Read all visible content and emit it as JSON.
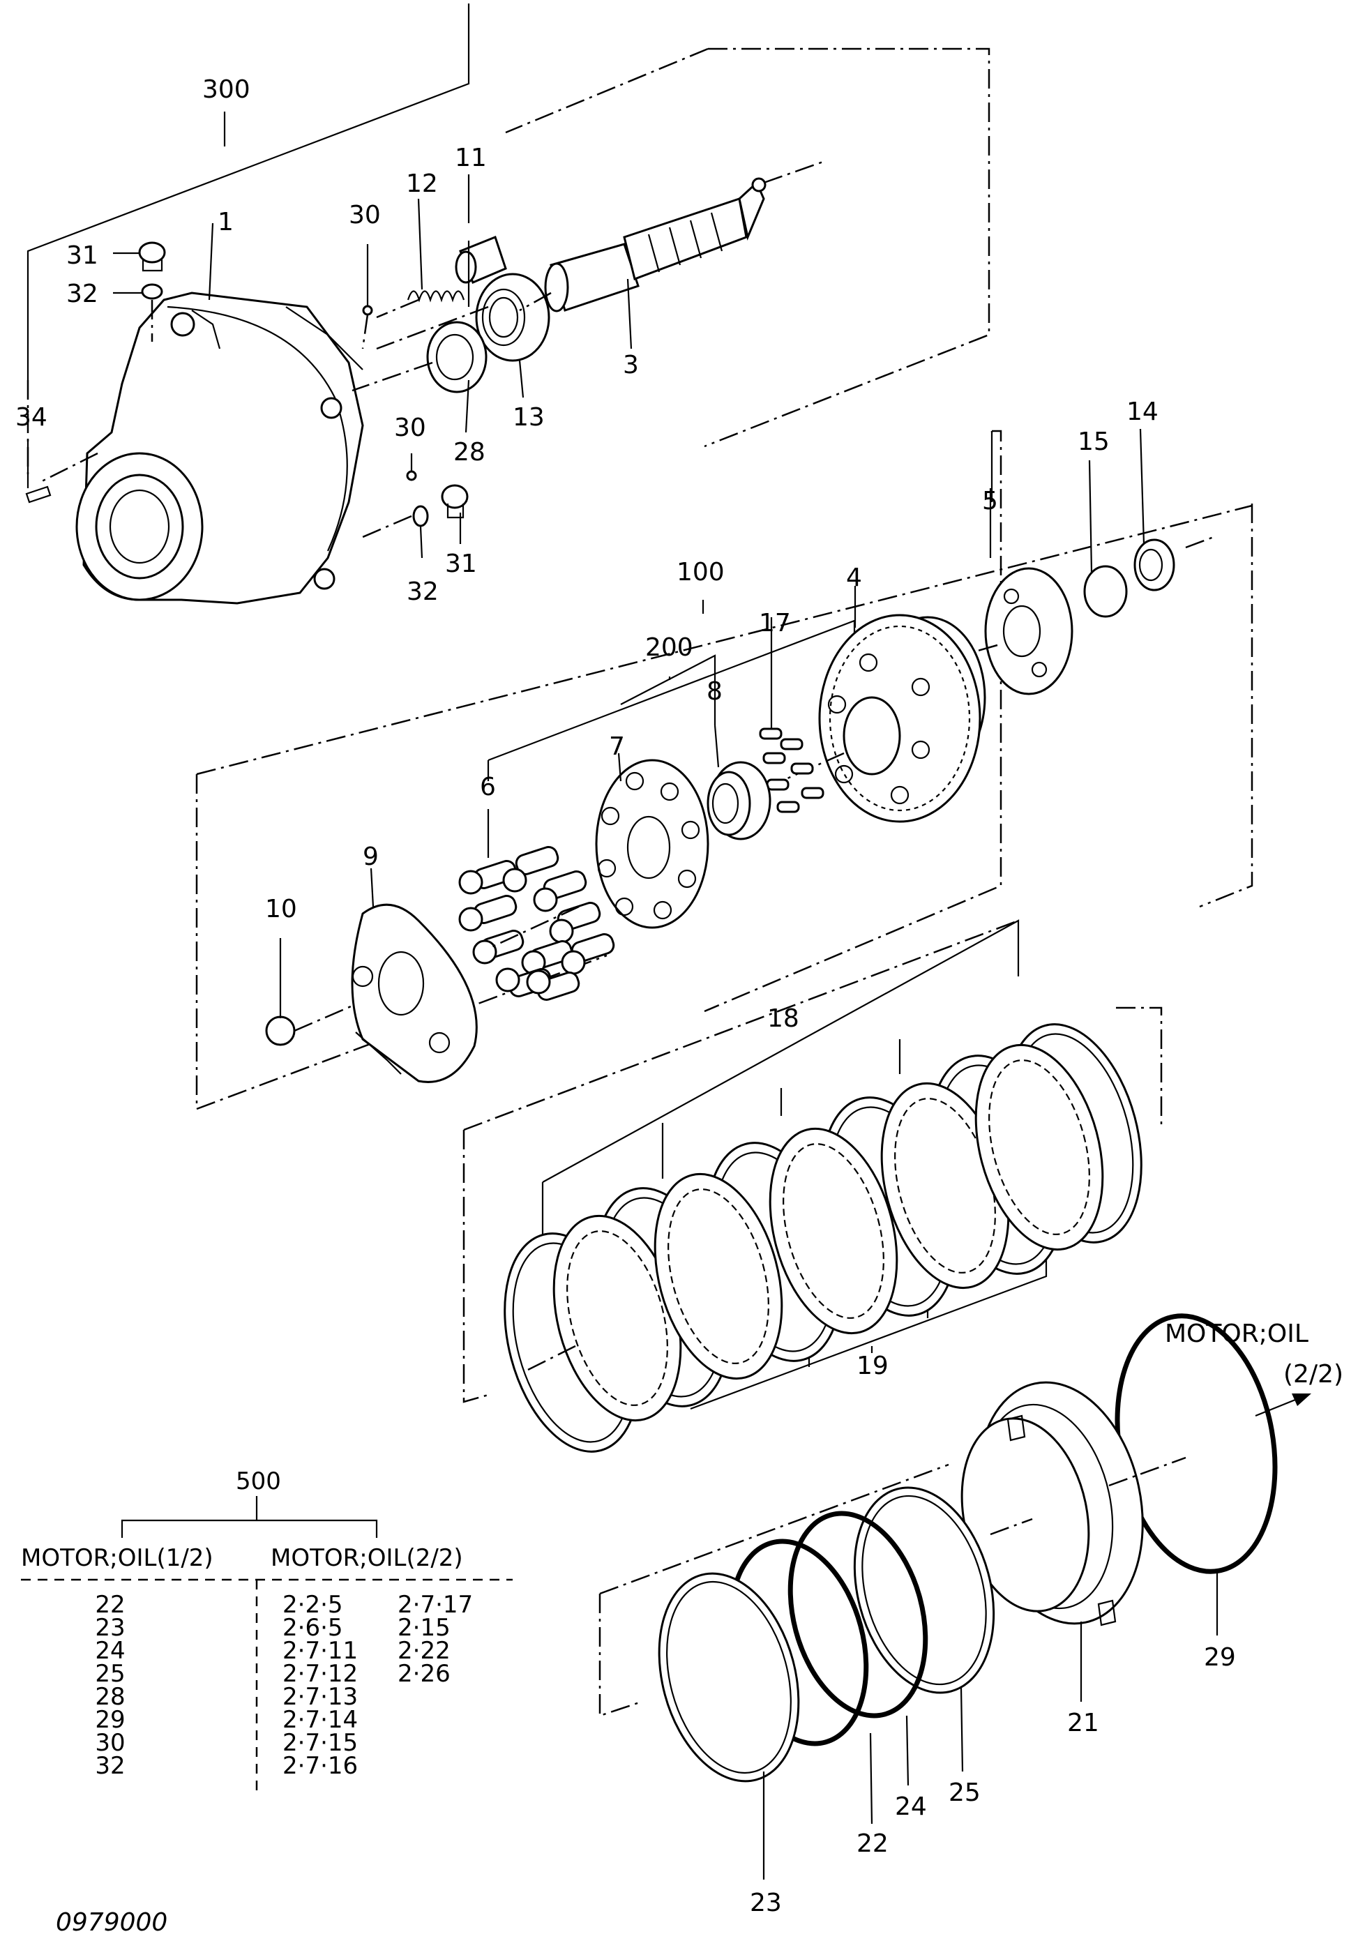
{
  "labels": {
    "l300": "300",
    "l1": "1",
    "l11": "11",
    "l12": "12",
    "l30a": "30",
    "l31a": "31",
    "l32a": "32",
    "l3": "3",
    "l13": "13",
    "l28": "28",
    "l34": "34",
    "l30b": "30",
    "l31b": "31",
    "l32b": "32",
    "l5": "5",
    "l15": "15",
    "l14": "14",
    "l100": "100",
    "l4": "4",
    "l200": "200",
    "l17": "17",
    "l8": "8",
    "l7": "7",
    "l6": "6",
    "l9": "9",
    "l10": "10",
    "l18": "18",
    "l19": "19",
    "l21": "21",
    "l22": "22",
    "l23": "23",
    "l24": "24",
    "l25": "25",
    "l29": "29"
  },
  "next_page": {
    "title": "MOTOR;OIL",
    "page": "(2/2)"
  },
  "table": {
    "group": "500",
    "col1_header": "MOTOR;OIL(1/2)",
    "col2_header": "MOTOR;OIL(2/2)",
    "col1_items": [
      "22",
      "23",
      "24",
      "25",
      "28",
      "29",
      "30",
      "32"
    ],
    "col2_items": [
      "2·2·5",
      "2·6·5",
      "2·7·11",
      "2·7·12",
      "2·7·13",
      "2·7·14",
      "2·7·15",
      "2·7·16"
    ],
    "col3_items": [
      "2·7·17",
      "2·15",
      "2·22",
      "2·26"
    ]
  },
  "drawing_code": "0979000"
}
